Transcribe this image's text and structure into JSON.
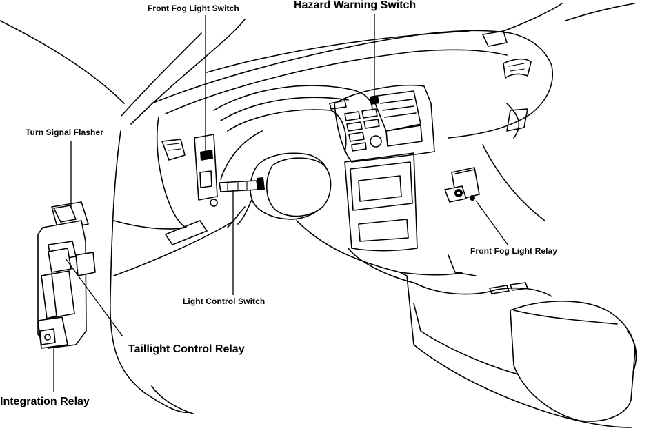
{
  "labels": {
    "front_fog_light_switch": "Front Fog Light Switch",
    "hazard_warning_switch": "Hazard Warning Switch",
    "turn_signal_flasher": "Turn Signal Flasher",
    "front_fog_light_relay": "Front Fog Light Relay",
    "light_control_switch": "Light Control Switch",
    "taillight_control_relay": "Taillight Control Relay",
    "integration_relay": "Integration Relay"
  }
}
